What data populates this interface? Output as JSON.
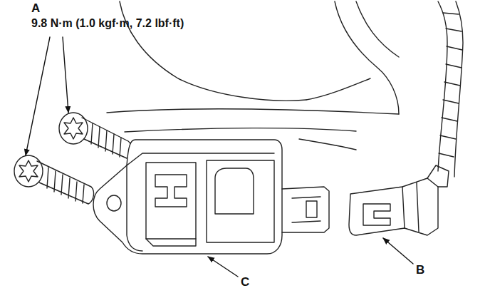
{
  "diagram": {
    "labels": [
      "A",
      "9.8 N·m (1.0 kgf·m, 7.2 lbf·ft)",
      "B",
      "C"
    ]
  }
}
